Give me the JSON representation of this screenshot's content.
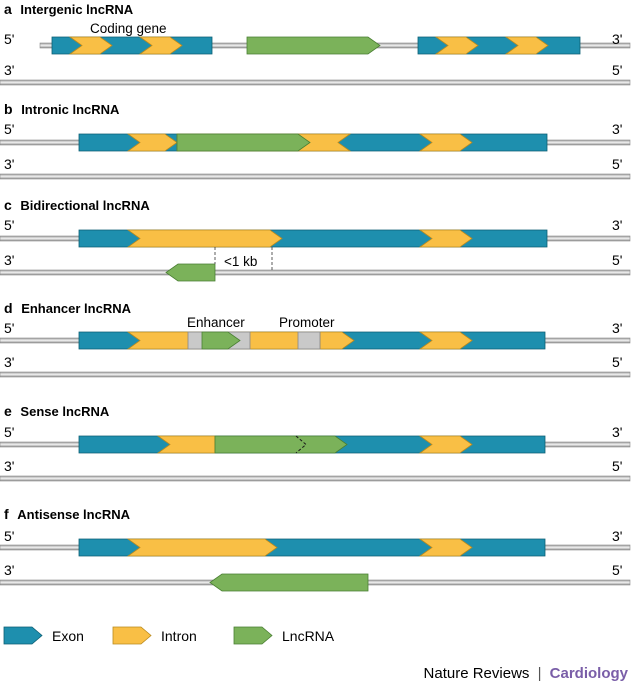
{
  "colors": {
    "exon": "#1e8fae",
    "intron": "#f9bf45",
    "lncrna": "#7bb25a",
    "regulatory": "#c9c9c9",
    "brand_accent": "#7a5ea8"
  },
  "strand_ends": {
    "five": "5'",
    "three": "3'"
  },
  "panels": [
    {
      "letter": "a",
      "title": "Intergenic lncRNA",
      "annotation": "Coding gene"
    },
    {
      "letter": "b",
      "title": "Intronic lncRNA"
    },
    {
      "letter": "c",
      "title": "Bidirectional lncRNA",
      "annotation": "<1 kb"
    },
    {
      "letter": "d",
      "title": "Enhancer lncRNA",
      "annotation_enhancer": "Enhancer",
      "annotation_promoter": "Promoter"
    },
    {
      "letter": "e",
      "title": "Sense lncRNA"
    },
    {
      "letter": "f",
      "title": "Antisense lncRNA"
    }
  ],
  "legend": [
    {
      "label": "Exon",
      "kind": "exon"
    },
    {
      "label": "Intron",
      "kind": "intron"
    },
    {
      "label": "LncRNA",
      "kind": "lncrna"
    }
  ],
  "footer": {
    "journal": "Nature Reviews",
    "separator": "|",
    "section": "Cardiology"
  }
}
